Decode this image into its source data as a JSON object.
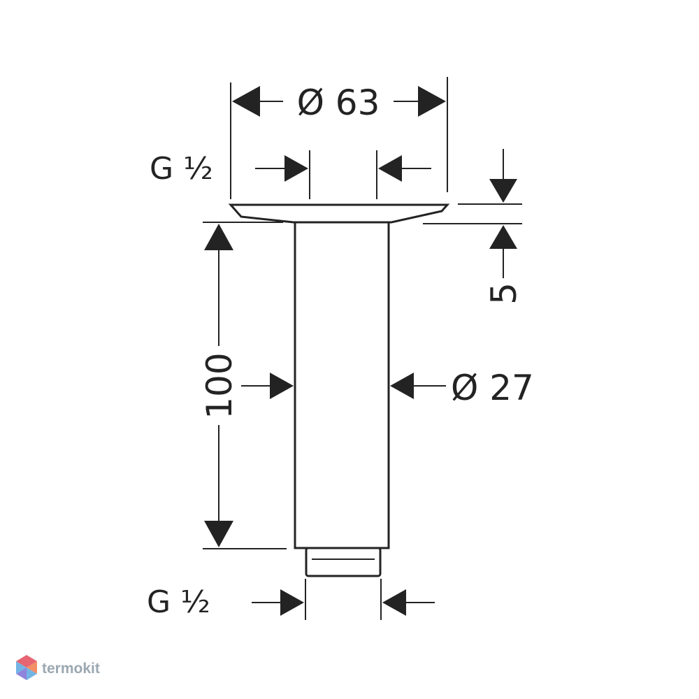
{
  "drawing": {
    "dimensions": {
      "flange_diameter": "Ø 63",
      "pipe_diameter": "Ø 27",
      "pipe_length": "100",
      "flange_height": "5",
      "thread_top": "G ½",
      "thread_bottom": "G ½"
    }
  },
  "watermark": {
    "brand": "termokit",
    "colors": [
      "#e24b5a",
      "#f07c4a",
      "#5aa7e0",
      "#7b6fd6"
    ]
  },
  "colors": {
    "ink": "#232323",
    "background": "#ffffff",
    "watermark_text": "#8a9aa4"
  }
}
